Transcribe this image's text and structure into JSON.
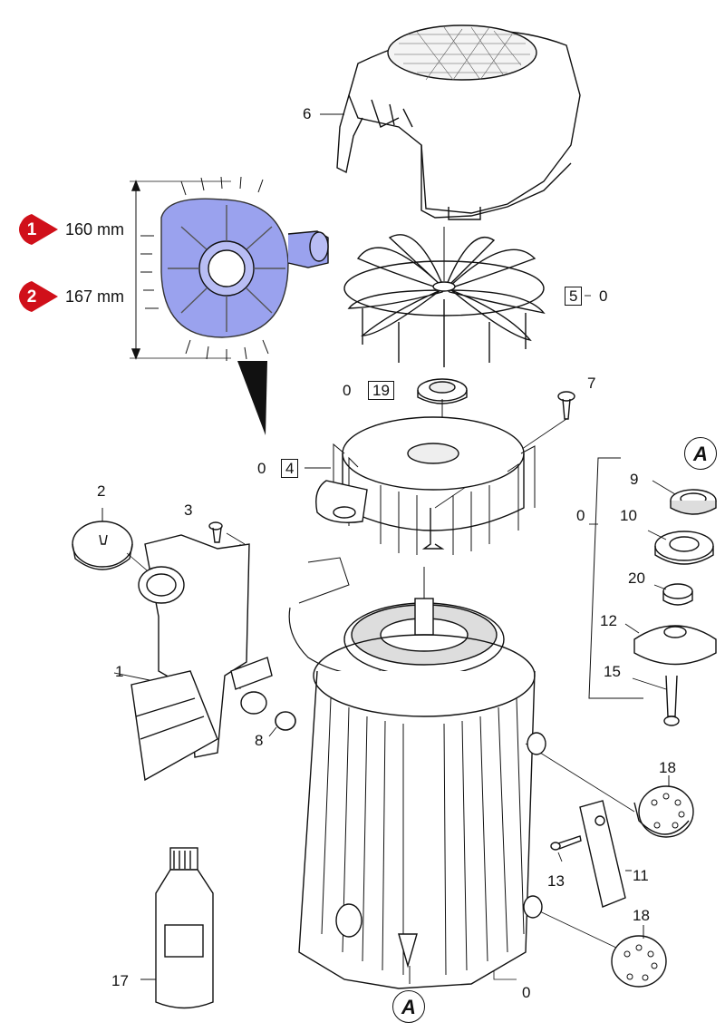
{
  "dimensions": {
    "badge_1": "1",
    "value_1": "160 mm",
    "badge_2": "2",
    "value_2": "167 mm"
  },
  "labels": {
    "p6": "6",
    "p5": "5",
    "p5_ref": "0",
    "p19_ref": "0",
    "p19": "19",
    "p7": "7",
    "p4_ref": "0",
    "p4": "4",
    "p2": "2",
    "p3": "3",
    "p9": "9",
    "group_ref": "0",
    "p10": "10",
    "p20": "20",
    "p12": "12",
    "p15": "15",
    "p1": "1",
    "p8": "8",
    "p18a": "18",
    "p18b": "18",
    "p13": "13",
    "p11": "11",
    "p17": "17",
    "p_bottom_ref": "0",
    "ref_a_top": "A",
    "ref_a_bottom": "A"
  },
  "colors": {
    "line": "#111111",
    "badge_red": "#d0101a",
    "housing_fill": "#9aa2ee",
    "grey_ring": "#dddddd"
  }
}
